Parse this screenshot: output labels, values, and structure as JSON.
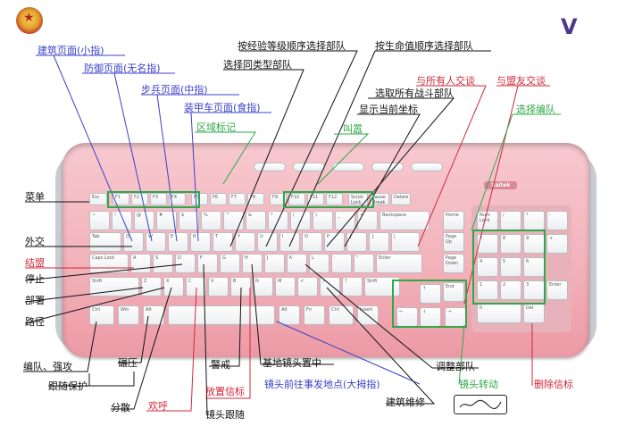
{
  "labels": {
    "jianzhu": "建筑页面(小指)",
    "fangyu": "防御页面(无名指)",
    "bubing": "步兵页面(中指)",
    "zhuangjia": "装甲车页面(食指)",
    "quyu": "区域标记",
    "jingyan": "按经验等级顺序选择部队",
    "shengming": "按生命值顺序选择部队",
    "tonglei": "选择同类型部队",
    "zhandou": "选取所有战斗部队",
    "zuobiao": "显示当前坐标",
    "suoyouren": "与所有人交谈",
    "mengyou": "与盟友交谈",
    "jiaoqi": "叫嚣",
    "xuanze": "选择编队",
    "caidan": "菜单",
    "waijiao": "外交",
    "jiemeng": "结盟",
    "tingzhi": "停止",
    "bushu": "部署",
    "lujing": "路径",
    "biandui": "编队、强攻",
    "genzong": "跟随保护",
    "nianya": "碾压",
    "fensan": "分散",
    "huanhu": "欢呼",
    "jingjie": "警戒",
    "xinbiao": "放置信标",
    "gensui": "镜头跟随",
    "jidi": "基地镜头置中",
    "shijian": "镜头前往事发地点(大拇指)",
    "jianzhuweixiu": "建筑维修",
    "tiaozheng": "调整部队",
    "jingtouzhuang": "镜头转动",
    "shanchu": "删除信标"
  },
  "keyboard": {
    "brand": "Saitek",
    "row_fn": [
      "Esc",
      "F1",
      "F2",
      "F3",
      "F4",
      "F5",
      "F6",
      "F7",
      "F8",
      "F9",
      "F10",
      "F11",
      "F12",
      "Scroll Lock",
      "Pause Break",
      "Delete"
    ],
    "row_num": [
      "~",
      "!",
      "@",
      "#",
      "$",
      "%",
      "^",
      "&",
      "*",
      "(",
      ")",
      "_",
      "+",
      "Backspace"
    ],
    "row_q": [
      "Tab",
      "Q",
      "W",
      "E",
      "R",
      "T",
      "Y",
      "U",
      "I",
      "O",
      "P",
      "{",
      "}",
      "|"
    ],
    "row_a": [
      "Caps Lock",
      "A",
      "S",
      "D",
      "F",
      "G",
      "H",
      "J",
      "K",
      "L",
      ":",
      "\"",
      "Enter"
    ],
    "row_z": [
      "Shift",
      "Z",
      "X",
      "C",
      "V",
      "B",
      "N",
      "M",
      "<",
      ">",
      "?",
      "Shift"
    ],
    "row_ctrl": [
      "Ctrl",
      "Win",
      "Alt",
      "",
      "Alt",
      "Fn",
      "Ctrl",
      "Insert"
    ],
    "nav": [
      "Page Up",
      "Page Down",
      "End",
      "↑",
      "↓",
      "←",
      "→",
      "Home"
    ],
    "numpad": [
      "Num Lock",
      "/",
      "*",
      "-",
      "7",
      "8",
      "9",
      "+",
      "4",
      "5",
      "6",
      "1",
      "2",
      "3",
      "Enter",
      "0",
      "Del"
    ]
  },
  "colors": {
    "black": "#111111",
    "blue": "#3a40c8",
    "red": "#d2283a",
    "green": "#2fa84a",
    "keyboard_pink": "#f3b3bb"
  }
}
